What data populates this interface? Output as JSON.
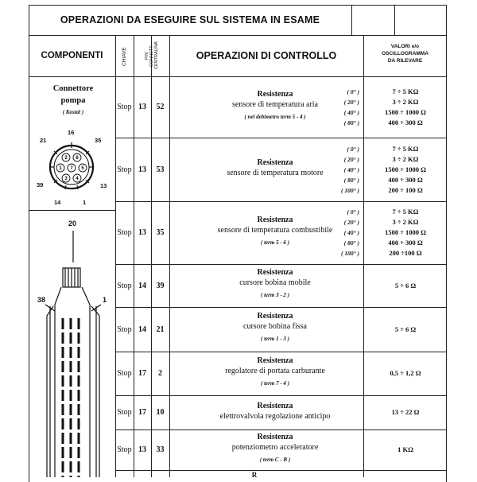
{
  "title": "OPERAZIONI DA ESEGUIRE SUL SISTEMA IN ESAME",
  "headers": {
    "componenti": "COMPONENTI",
    "chiave": "CHIAVE",
    "pin_line1": "PIN",
    "pin_line2": "CONNETT.",
    "pin_line3": "CENTRALINA",
    "operazioni": "OPERAZIONI DI CONTROLLO",
    "valori_line1": "VALORI e/o",
    "valori_line2": "OSCILLOGRAMMA",
    "valori_line3": "DA RILEVARE"
  },
  "component": {
    "name_line1": "Connettore",
    "name_line2": "pompa",
    "sub": "( Kostal )",
    "pins": [
      "16",
      "21",
      "35",
      "39",
      "13",
      "14",
      "1"
    ],
    "inner_pins": [
      "2",
      "6",
      "1",
      "7",
      "5",
      "3",
      "4"
    ],
    "pump_pins": [
      "20",
      "38",
      "1"
    ]
  },
  "rows": [
    {
      "chiave": "Stop",
      "pin1": "13",
      "pin2": "52",
      "title": "Resistenza",
      "subtitle": "sensore di temperatura aria",
      "note": "( nel debimetro term 5 - 4 )",
      "temps": [
        "( 0° )",
        "( 20° )",
        "( 40° )",
        "( 80° )"
      ],
      "values": [
        "7 ÷ 5 KΩ",
        "3 ÷ 2 KΩ",
        "1500 ÷ 1000 Ω",
        "400 ÷ 300 Ω"
      ]
    },
    {
      "chiave": "Stop",
      "pin1": "13",
      "pin2": "53",
      "title": "Resistenza",
      "subtitle": "sensore di temperatura motore",
      "note": "",
      "temps": [
        "( 0° )",
        "( 20° )",
        "( 40° )",
        "( 80° )",
        "( 100° )"
      ],
      "values": [
        "7 ÷ 5 KΩ",
        "3 ÷ 2 KΩ",
        "1500 ÷ 1000 Ω",
        "400 ÷ 300 Ω",
        "200 ÷ 100 Ω"
      ]
    },
    {
      "chiave": "Stop",
      "pin1": "13",
      "pin2": "35",
      "title": "Resistenza",
      "subtitle": "sensore di temperatura combustibile",
      "note": "( term 5 - 6 )",
      "temps": [
        "( 0° )",
        "( 20° )",
        "( 40° )",
        "( 80° )",
        "( 100° )"
      ],
      "values": [
        "7 ÷ 5 KΩ",
        "3 ÷ 2 KΩ",
        "1500 ÷ 1000 Ω",
        "400 ÷ 300 Ω",
        "200 ÷100 Ω"
      ]
    },
    {
      "chiave": "Stop",
      "pin1": "14",
      "pin2": "39",
      "title": "Resistenza",
      "subtitle": "cursore bobina mobile",
      "note": "( term 3 - 2 )",
      "temps": [],
      "values": [
        "5 ÷ 6  Ω"
      ]
    },
    {
      "chiave": "Stop",
      "pin1": "14",
      "pin2": "21",
      "title": "Resistenza",
      "subtitle": "cursore bobina fissa",
      "note": "( term 1 - 3 )",
      "temps": [],
      "values": [
        "5 ÷ 6  Ω"
      ]
    },
    {
      "chiave": "Stop",
      "pin1": "17",
      "pin2": "2",
      "title": "Resistenza",
      "subtitle": "regolatore di portata carburante",
      "note": "( term 7 - 4 )",
      "temps": [],
      "values": [
        "0,5 ÷ 1,2  Ω"
      ]
    },
    {
      "chiave": "Stop",
      "pin1": "17",
      "pin2": "10",
      "title": "Resistenza",
      "subtitle": "elettrovalvola regolazione anticipo",
      "note": "",
      "temps": [],
      "values": [
        "13 ÷ 22  Ω"
      ]
    },
    {
      "chiave": "Stop",
      "pin1": "13",
      "pin2": "33",
      "title": "Resistenza",
      "subtitle": "potenziometro acceleratore",
      "note": "( term C - B )",
      "temps": [],
      "values": [
        "1  KΩ"
      ]
    }
  ],
  "next_row_partial": "R"
}
